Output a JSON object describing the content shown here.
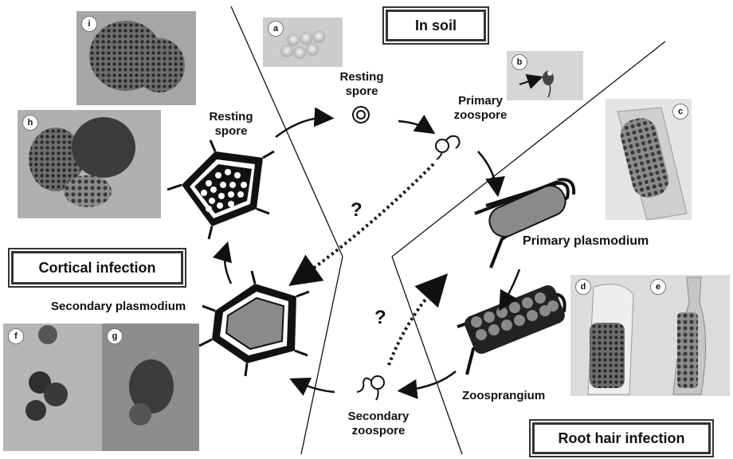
{
  "zones": {
    "soil": "In soil",
    "cortical": "Cortical infection",
    "root_hair": "Root hair infection"
  },
  "stages": {
    "resting_spore_soil": [
      "Resting",
      "spore"
    ],
    "resting_spore_cortex": [
      "Resting",
      "spore"
    ],
    "primary_zoospore": [
      "Primary",
      "zoospore"
    ],
    "primary_plasmodium": "Primary plasmodium",
    "zoosporangium": "Zoosprangium",
    "secondary_zoospore": [
      "Secondary",
      "zoospore"
    ],
    "secondary_plasmodium": "Secondary plasmodium"
  },
  "unknown_marks": [
    "?",
    "?"
  ],
  "photo_tags": [
    "a",
    "b",
    "c",
    "d",
    "e",
    "f",
    "g",
    "h",
    "i"
  ],
  "colors": {
    "plasmodium_fill": "#8a8a8a",
    "line": "#111111"
  }
}
